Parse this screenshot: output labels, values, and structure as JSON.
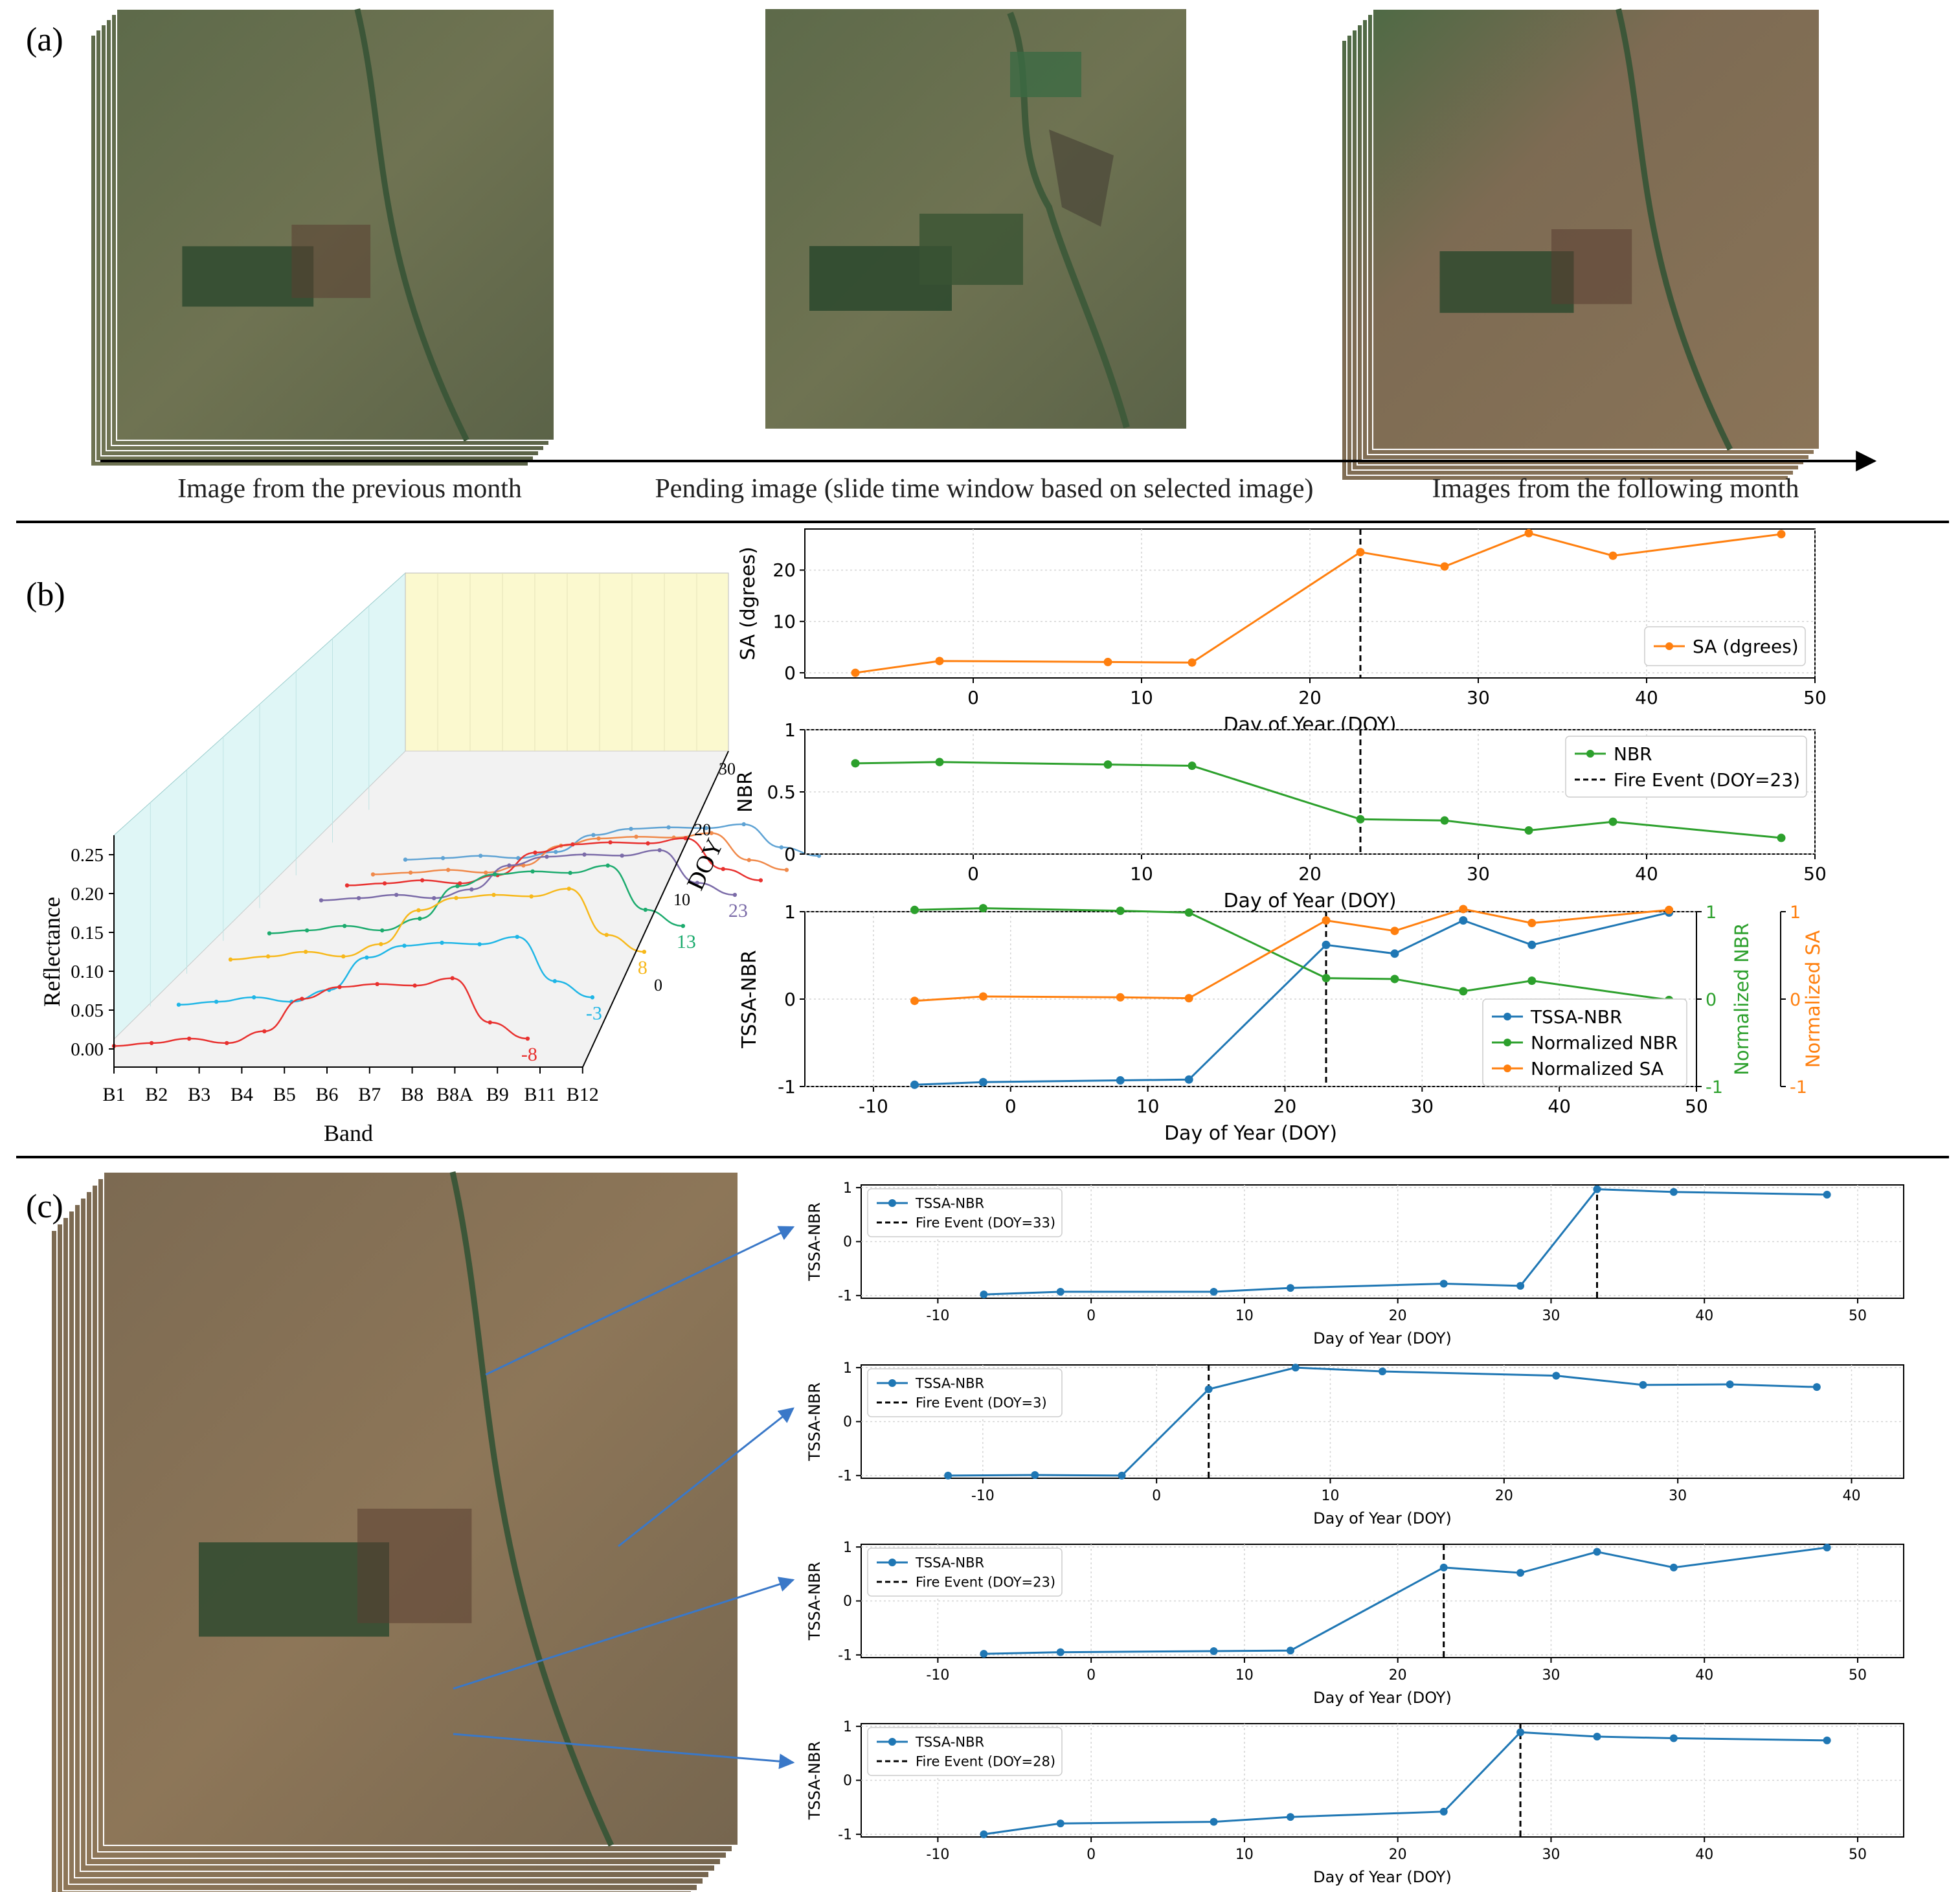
{
  "panel_labels": {
    "a": "(a)",
    "b": "(b)",
    "c": "(c)"
  },
  "panel_a": {
    "captions": [
      "Image from the previous month",
      "Pending image (slide time window based on selected image)",
      "Images from the following month"
    ]
  },
  "spectral": {
    "xlabel": "Band",
    "ylabel": "Reflectance",
    "zlabel": "DOY",
    "bands": [
      "B1",
      "B2",
      "B3",
      "B4",
      "B5",
      "B6",
      "B7",
      "B8",
      "B8A",
      "B9",
      "B11",
      "B12"
    ],
    "yticks": [
      "0.00",
      "0.05",
      "0.10",
      "0.15",
      "0.20",
      "0.25"
    ],
    "doyticks": [
      "0",
      "10",
      "20",
      "30"
    ],
    "curve_labels": [
      "-8",
      "-3",
      "8",
      "13",
      "23"
    ]
  },
  "colors": {
    "tssa": "#1f77b4",
    "nbr": "#2ca02c",
    "sa": "#ff7f0e",
    "fire": "#000000",
    "cyan_wall": "#dff6f6",
    "yellow_wall": "#fbf9cf",
    "curve_m8": "#e8312f",
    "curve_m3": "#1fb6e6",
    "curve_8": "#f7b81a",
    "curve_13": "#1cab6e",
    "curve_23": "#7b6ba8",
    "curve_28": "#e8312f",
    "curve_33": "#f0894a",
    "curve_38": "#5fa3d4"
  },
  "chart_data": [
    {
      "type": "line",
      "xlabel": "Day of Year (DOY)",
      "ylabel": "SA (dgrees)",
      "xlim": [
        -10,
        50
      ],
      "ylim": [
        -1,
        28
      ],
      "xticks": [
        "0",
        "10",
        "20",
        "30",
        "40",
        "50"
      ],
      "yticks": [
        "0",
        "10",
        "20"
      ],
      "fire_event_doy": 23,
      "series": [
        {
          "name": "SA (dgrees)",
          "x": [
            -7,
            -2,
            8,
            13,
            23,
            28,
            33,
            38,
            48
          ],
          "y": [
            0.0,
            2.3,
            2.1,
            2.0,
            23.5,
            20.7,
            27.2,
            22.8,
            27.0
          ]
        }
      ],
      "legend": "lower-right",
      "grid": true
    },
    {
      "type": "line",
      "xlabel": "Day of Year (DOY)",
      "ylabel": "NBR",
      "xlim": [
        -10,
        50
      ],
      "ylim": [
        0,
        1
      ],
      "xticks": [
        "0",
        "10",
        "20",
        "30",
        "40",
        "50"
      ],
      "yticks": [
        "0",
        "0.5",
        "1"
      ],
      "fire_event_doy": 23,
      "series": [
        {
          "name": "NBR",
          "x": [
            -7,
            -2,
            8,
            13,
            23,
            28,
            33,
            38,
            48
          ],
          "y": [
            0.73,
            0.74,
            0.72,
            0.71,
            0.28,
            0.27,
            0.19,
            0.26,
            0.13
          ]
        }
      ],
      "legend_labels": [
        "NBR",
        "Fire Event (DOY=23)"
      ],
      "legend": "upper-right",
      "grid": true
    },
    {
      "type": "line",
      "xlabel": "Day of Year (DOY)",
      "ylabel": "TSSA-NBR",
      "y2label": "Normalized NBR",
      "y3label": "Normalized SA",
      "xlim": [
        -15,
        50
      ],
      "ylim": [
        -1,
        1
      ],
      "xticks": [
        "-10",
        "0",
        "10",
        "20",
        "30",
        "40",
        "50"
      ],
      "yticks": [
        "-1",
        "0",
        "1"
      ],
      "fire_event_doy": 23,
      "series": [
        {
          "name": "TSSA-NBR",
          "x": [
            -7,
            -2,
            8,
            13,
            23,
            28,
            33,
            38,
            48
          ],
          "y": [
            -0.98,
            -0.95,
            -0.93,
            -0.92,
            0.62,
            0.52,
            0.9,
            0.62,
            0.99
          ]
        },
        {
          "name": "Normalized NBR",
          "x": [
            -7,
            -2,
            8,
            13,
            23,
            28,
            33,
            38,
            48
          ],
          "y": [
            1.02,
            1.04,
            1.01,
            0.99,
            0.24,
            0.23,
            0.09,
            0.21,
            -0.01
          ]
        },
        {
          "name": "Normalized SA",
          "x": [
            -7,
            -2,
            8,
            13,
            23,
            28,
            33,
            38,
            48
          ],
          "y": [
            -0.02,
            0.03,
            0.02,
            0.01,
            0.9,
            0.78,
            1.03,
            0.87,
            1.02
          ]
        }
      ],
      "legend": "lower-right",
      "grid": true
    },
    {
      "type": "line",
      "xlabel": "Day of Year (DOY)",
      "ylabel": "TSSA-NBR",
      "xlim": [
        -15,
        53
      ],
      "ylim": [
        -1.05,
        1.05
      ],
      "xticks": [
        "-10",
        "0",
        "10",
        "20",
        "30",
        "40",
        "50"
      ],
      "yticks": [
        "-1",
        "0",
        "1"
      ],
      "fire_event_doy": 33,
      "legend_labels": [
        "TSSA-NBR",
        "Fire Event (DOY=33)"
      ],
      "series": [
        {
          "name": "TSSA-NBR",
          "x": [
            -7,
            -2,
            8,
            13,
            23,
            28,
            33,
            38,
            48
          ],
          "y": [
            -0.98,
            -0.93,
            -0.93,
            -0.86,
            -0.78,
            -0.82,
            0.97,
            0.92,
            0.87
          ]
        }
      ],
      "legend": "upper-left",
      "grid": true
    },
    {
      "type": "line",
      "xlabel": "Day of Year (DOY)",
      "ylabel": "TSSA-NBR",
      "xlim": [
        -17,
        43
      ],
      "ylim": [
        -1.05,
        1.05
      ],
      "xticks": [
        "-10",
        "0",
        "10",
        "20",
        "30",
        "40"
      ],
      "yticks": [
        "-1",
        "0",
        "1"
      ],
      "fire_event_doy": 3,
      "legend_labels": [
        "TSSA-NBR",
        "Fire Event (DOY=3)"
      ],
      "series": [
        {
          "name": "TSSA-NBR",
          "x": [
            -12,
            -7,
            -2,
            3,
            8,
            13,
            23,
            28,
            33,
            38
          ],
          "y": [
            -1.0,
            -0.99,
            -1.0,
            0.6,
            1.0,
            0.93,
            0.85,
            0.68,
            0.69,
            0.64
          ]
        }
      ],
      "legend": "upper-left",
      "grid": true
    },
    {
      "type": "line",
      "xlabel": "Day of Year (DOY)",
      "ylabel": "TSSA-NBR",
      "xlim": [
        -15,
        53
      ],
      "ylim": [
        -1.05,
        1.05
      ],
      "xticks": [
        "-10",
        "0",
        "10",
        "20",
        "30",
        "40",
        "50"
      ],
      "yticks": [
        "-1",
        "0",
        "1"
      ],
      "fire_event_doy": 23,
      "legend_labels": [
        "TSSA-NBR",
        "Fire Event (DOY=23)"
      ],
      "series": [
        {
          "name": "TSSA-NBR",
          "x": [
            -7,
            -2,
            8,
            13,
            23,
            28,
            33,
            38,
            48
          ],
          "y": [
            -0.98,
            -0.95,
            -0.93,
            -0.92,
            0.62,
            0.52,
            0.91,
            0.62,
            0.99
          ]
        }
      ],
      "legend": "upper-left",
      "grid": true
    },
    {
      "type": "line",
      "xlabel": "Day of Year (DOY)",
      "ylabel": "TSSA-NBR",
      "xlim": [
        -15,
        53
      ],
      "ylim": [
        -1.05,
        1.05
      ],
      "xticks": [
        "-10",
        "0",
        "10",
        "20",
        "30",
        "40",
        "50"
      ],
      "yticks": [
        "-1",
        "0",
        "1"
      ],
      "fire_event_doy": 28,
      "legend_labels": [
        "TSSA-NBR",
        "Fire Event (DOY=28)"
      ],
      "series": [
        {
          "name": "TSSA-NBR",
          "x": [
            -7,
            -2,
            8,
            13,
            23,
            28,
            33,
            38,
            48
          ],
          "y": [
            -1.0,
            -0.8,
            -0.77,
            -0.68,
            -0.58,
            0.89,
            0.81,
            0.78,
            0.74
          ]
        }
      ],
      "legend": "upper-left",
      "grid": true
    }
  ]
}
